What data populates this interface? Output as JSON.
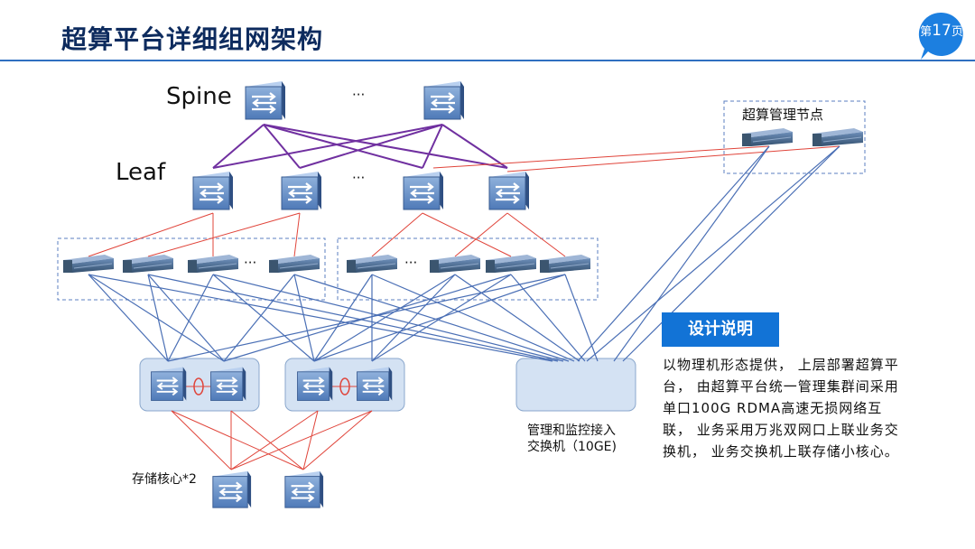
{
  "header": {
    "title": "超算平台详细组网架构",
    "page_prefix": "第",
    "page_number": "17",
    "page_suffix": "页"
  },
  "labels": {
    "spine": "Spine",
    "leaf": "Leaf",
    "ellipsis": "···",
    "mgmt_nodes": "超算管理节点",
    "mgmt_switch_line1": "管理和监控接入",
    "mgmt_switch_line2": "交换机（10GE)",
    "storage_core": "存储核心*2"
  },
  "design_note": {
    "heading": "设计说明",
    "body": "以物理机形态提供， 上层部署超算平台， 由超算平台统一管理集群间采用单口100G RDMA高速无损网络互联， 业务采用万兆双网口上联业务交换机， 业务交换机上联存储小核心。"
  },
  "colors": {
    "accent": "#1273d6",
    "title": "#0d2b5e",
    "purple_link": "#7030a0",
    "red_link": "#e0443a",
    "blue_link": "#4a6fb5"
  }
}
